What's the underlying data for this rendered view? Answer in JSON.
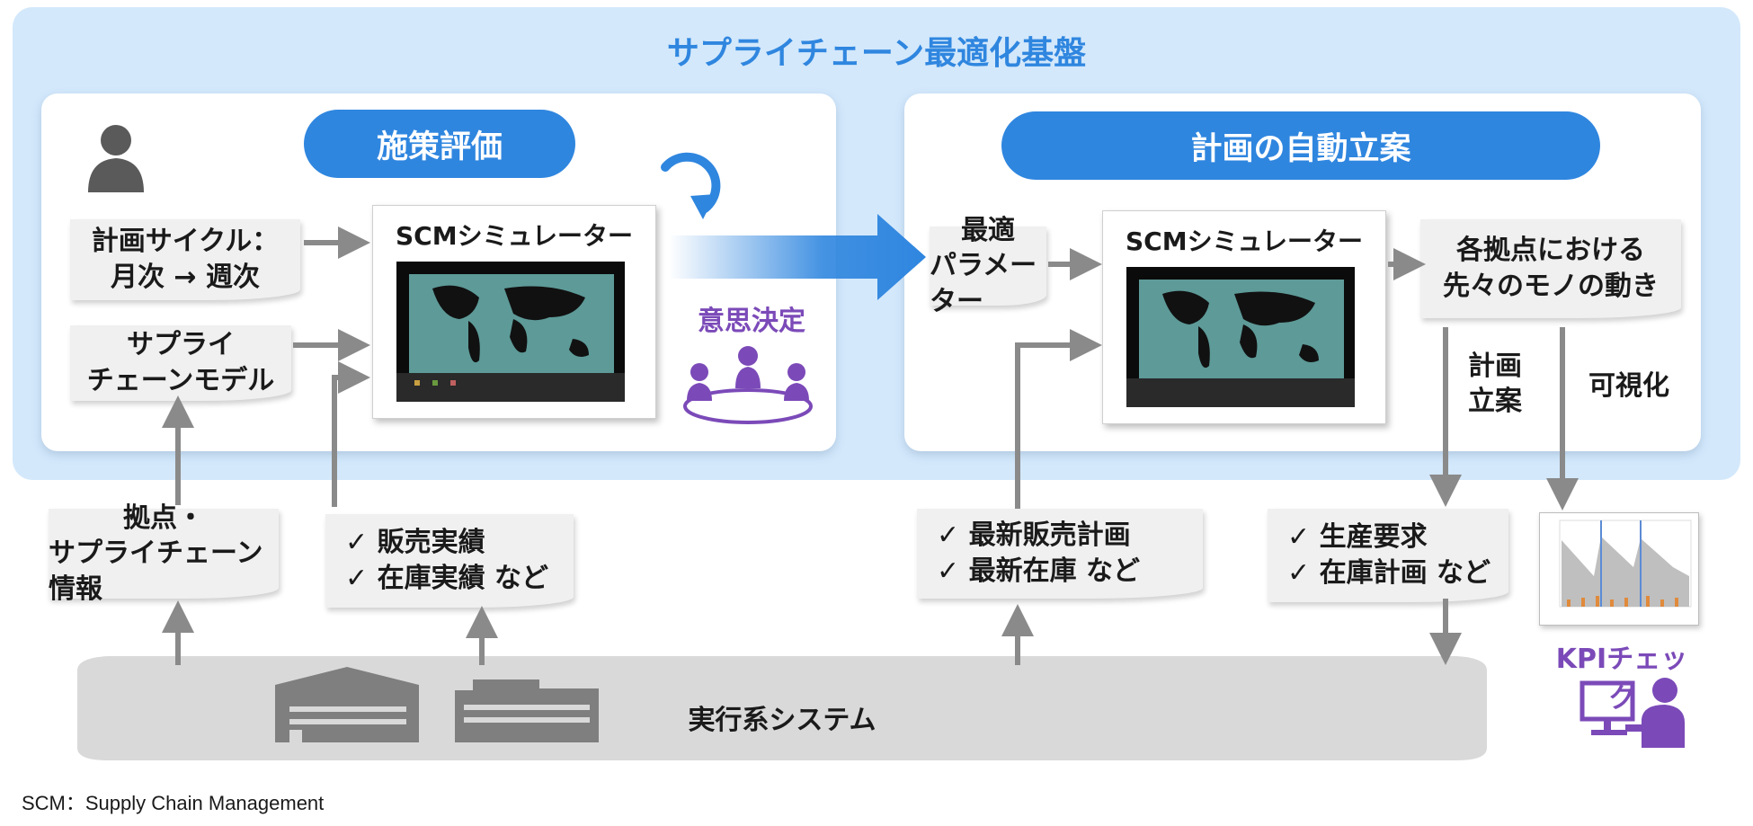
{
  "title": "サプライチェーン最適化基盤",
  "left_panel": {
    "pill": "施策評価",
    "note_cycle": [
      "計画サイクル：",
      "月次 → 週次"
    ],
    "note_model": [
      "サプライ",
      "チェーンモデル"
    ],
    "simulator_title": "SCMシミュレーター",
    "decision_label": "意思決定"
  },
  "right_panel": {
    "pill": "計画の自動立案",
    "note_param": [
      "最適",
      "パラメーター"
    ],
    "simulator_title": "SCMシミュレーター",
    "note_flow": [
      "各拠点における",
      "先々のモノの動き"
    ],
    "label_plan": [
      "計画",
      "立案"
    ],
    "label_visual": "可視化"
  },
  "bottom": {
    "note_base": [
      "拠点・",
      "サプライチェーン情報"
    ],
    "note_sales": [
      "✓ 販売実績",
      "✓ 在庫実績 など"
    ],
    "note_latest": [
      "✓ 最新販売計画",
      "✓ 最新在庫 など"
    ],
    "note_prod": [
      "✓ 生産要求",
      "✓ 在庫計画 など"
    ],
    "kpi_label": "KPIチェック",
    "system_label": "実行系システム"
  },
  "footnote": "SCM：Supply Chain Management",
  "colors": {
    "outer_bg": "#d3e8fb",
    "accent_blue": "#2f86df",
    "purple": "#7b4ab8",
    "arrow_gray": "#8a8a8a",
    "system_gray": "#d9d9d9"
  }
}
